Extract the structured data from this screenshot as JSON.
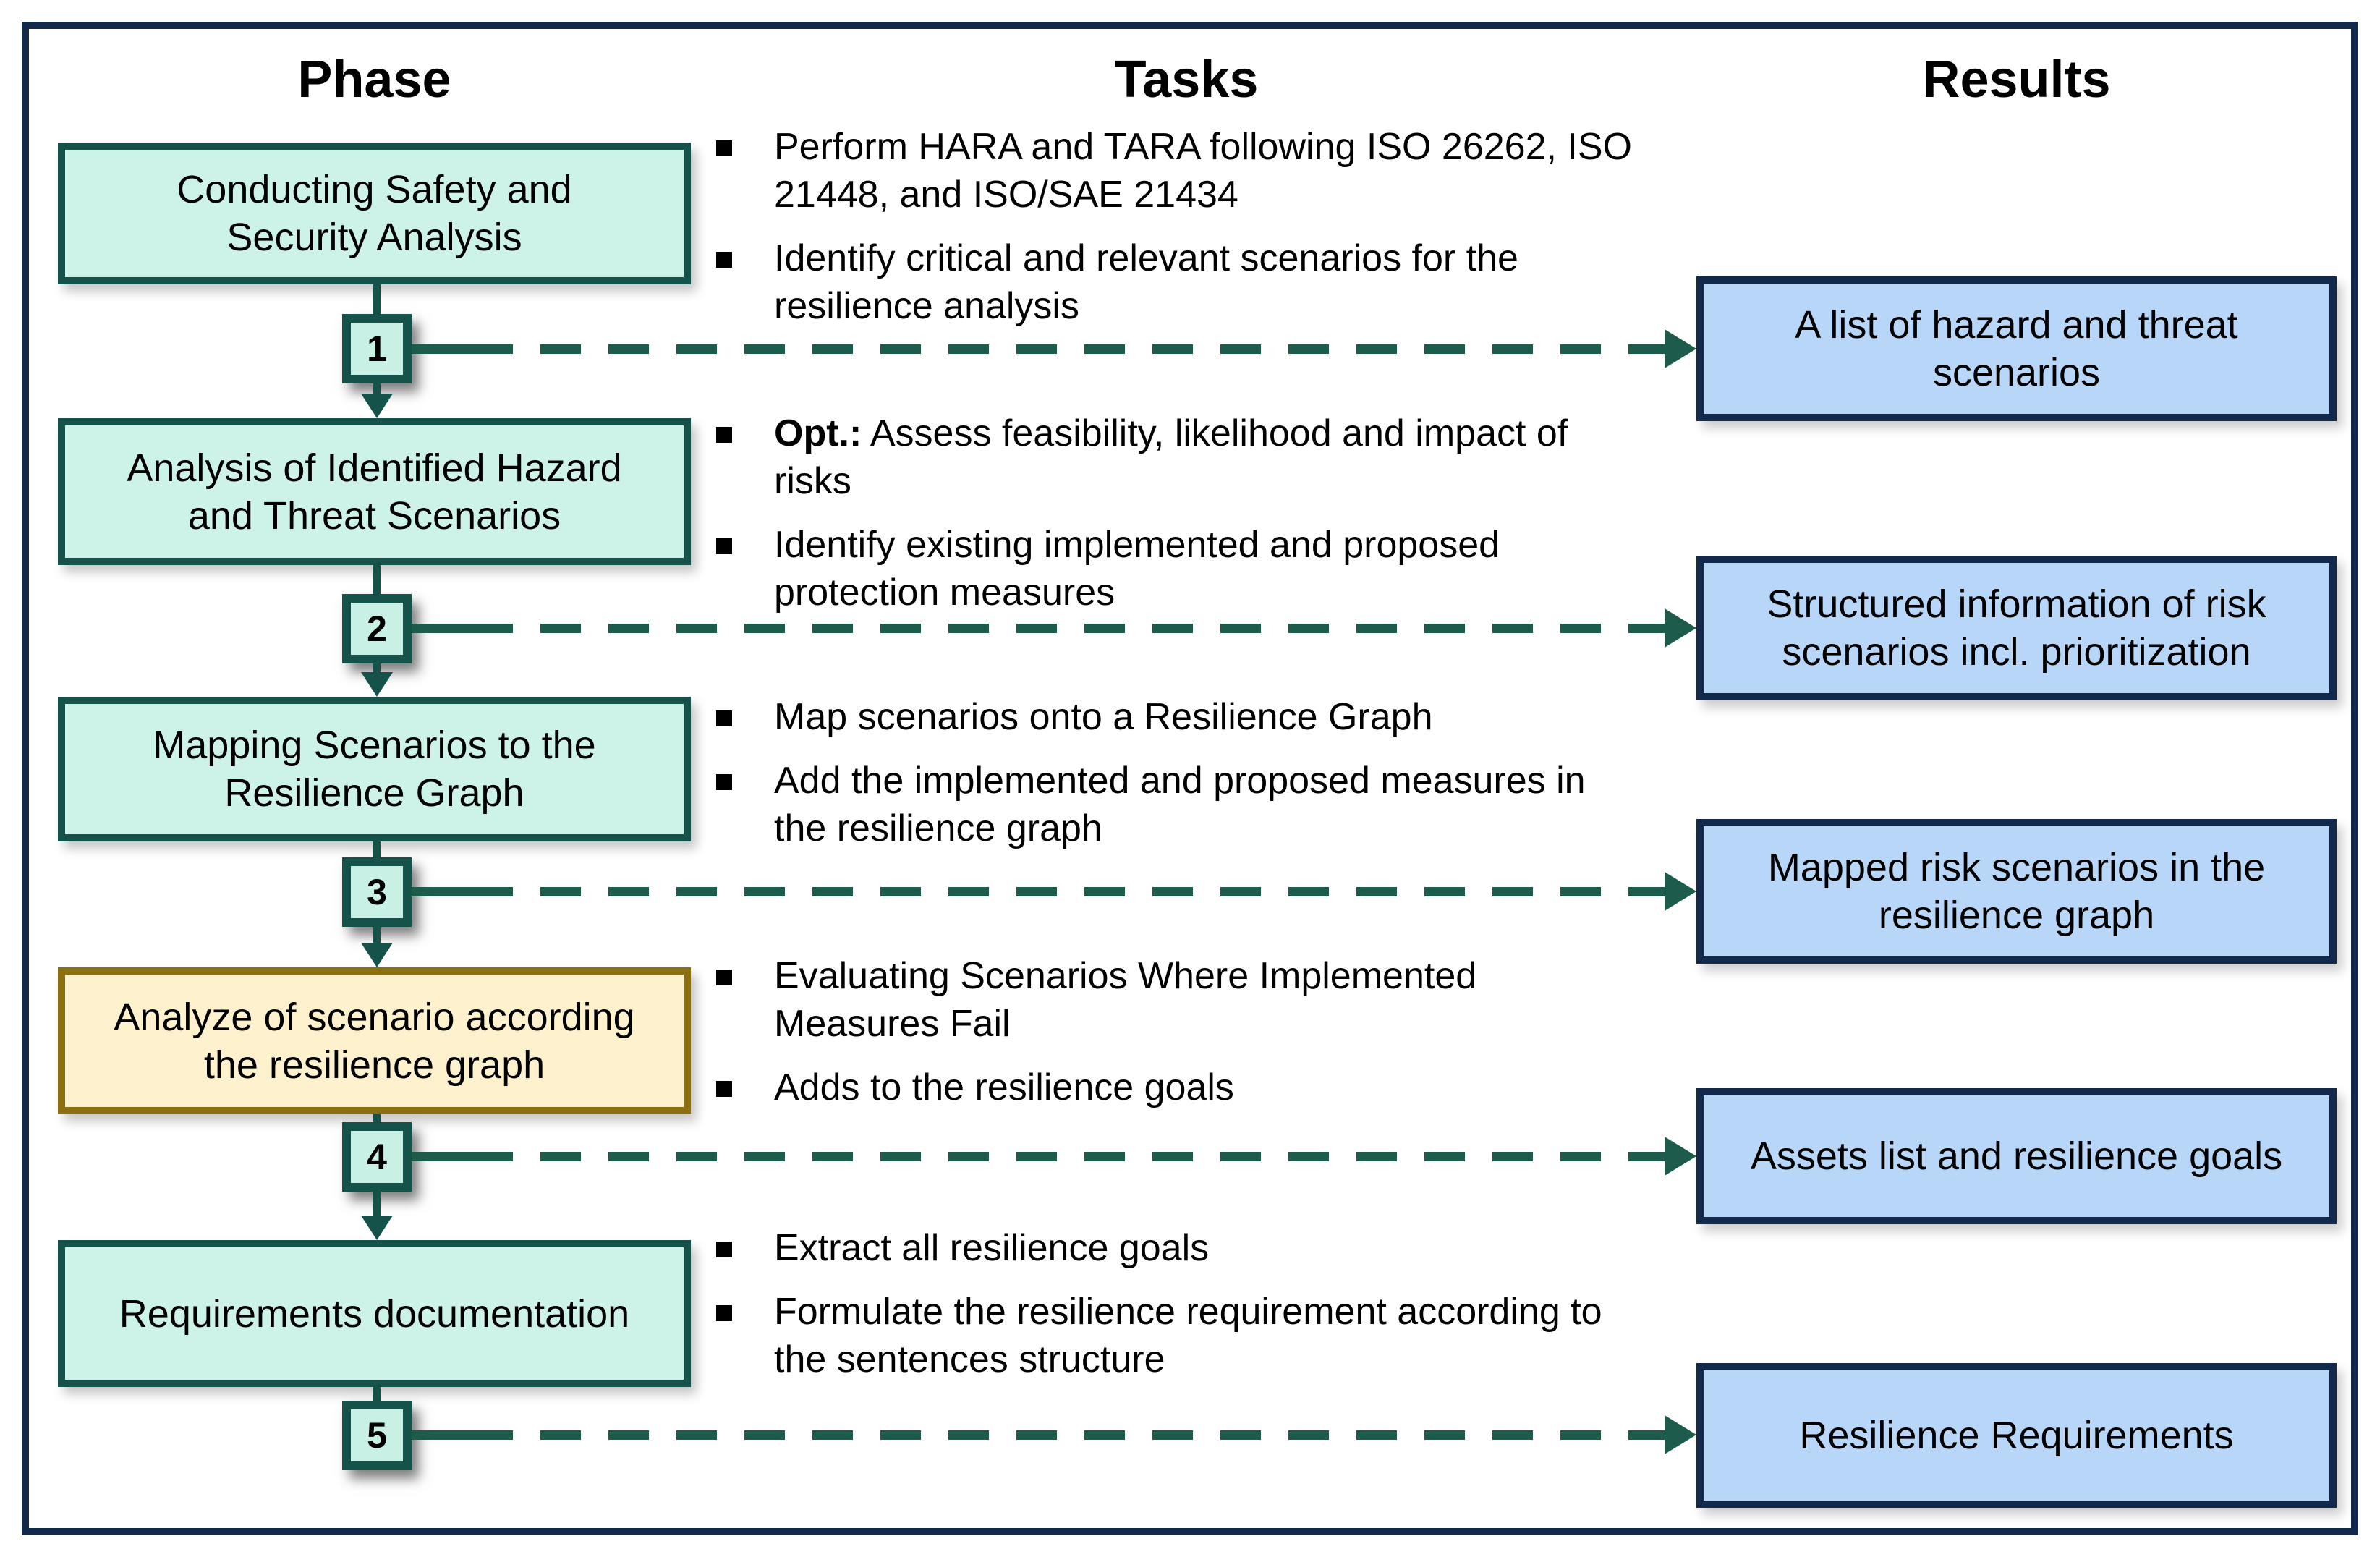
{
  "diagram": {
    "columns": {
      "phase": "Phase",
      "tasks": "Tasks",
      "results": "Results"
    },
    "colors": {
      "phase_fill": "#cdf2e7",
      "phase_border": "#14524a",
      "highlight_phase_fill": "#fdf2cd",
      "highlight_phase_border": "#8c6f10",
      "result_fill": "#b8d6f8",
      "result_border": "#13294b",
      "connector": "#1d5b4c",
      "frame_border": "#13294b"
    },
    "steps": [
      {
        "number": "1",
        "phase": "Conducting Safety and\nSecurity Analysis",
        "tasks": [
          {
            "prefix": "",
            "text": "Perform HARA and TARA following ISO 26262, ISO\n21448, and ISO/SAE 21434"
          },
          {
            "prefix": "",
            "text": "Identify critical and relevant scenarios for the\nresilience analysis"
          }
        ],
        "result": "A list of hazard and threat\nscenarios"
      },
      {
        "number": "2",
        "phase": "Analysis of Identified Hazard\nand Threat Scenarios",
        "tasks": [
          {
            "prefix": "Opt.:",
            "text": " Assess feasibility, likelihood and impact of\nrisks"
          },
          {
            "prefix": "",
            "text": "Identify existing implemented and proposed\nprotection measures"
          }
        ],
        "result": "Structured information of risk\nscenarios incl. prioritization"
      },
      {
        "number": "3",
        "phase": "Mapping Scenarios to the\nResilience Graph",
        "tasks": [
          {
            "prefix": "",
            "text": "Map scenarios onto a Resilience Graph"
          },
          {
            "prefix": "",
            "text": "Add the implemented and proposed measures in\nthe resilience graph"
          }
        ],
        "result": "Mapped risk scenarios in the\nresilience graph"
      },
      {
        "number": "4",
        "phase": "Analyze of scenario according\nthe resilience graph",
        "tasks": [
          {
            "prefix": "",
            "text": "Evaluating Scenarios Where Implemented\nMeasures Fail"
          },
          {
            "prefix": "",
            "text": "Adds to the resilience goals"
          }
        ],
        "result": "Assets list and resilience goals"
      },
      {
        "number": "5",
        "phase": "Requirements documentation",
        "tasks": [
          {
            "prefix": "",
            "text": "Extract all resilience goals"
          },
          {
            "prefix": "",
            "text": "Formulate the resilience requirement according to\nthe sentences structure"
          }
        ],
        "result": "Resilience Requirements"
      }
    ]
  }
}
